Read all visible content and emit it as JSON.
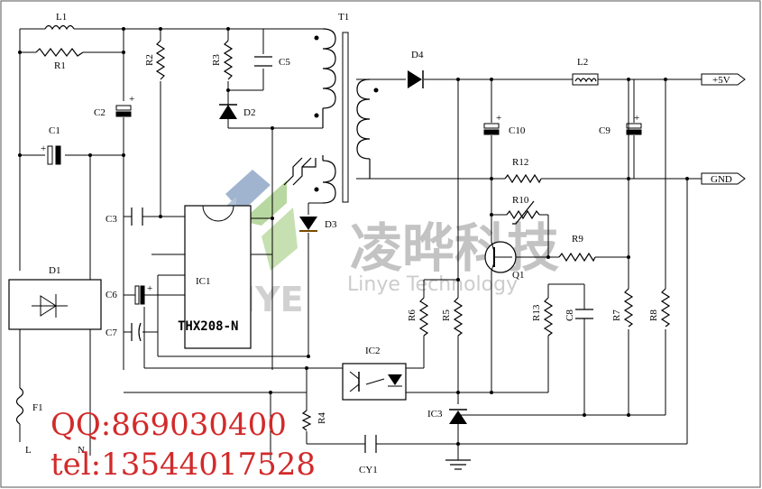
{
  "components": {
    "L1": "L1",
    "R1": "R1",
    "R2": "R2",
    "R3": "R3",
    "C5": "C5",
    "T1": "T1",
    "D4": "D4",
    "L2": "L2",
    "C2": "C2",
    "D2": "D2",
    "C1": "C1",
    "C10": "C10",
    "C9": "C9",
    "R12": "R12",
    "R10": "R10",
    "C3": "C3",
    "D3": "D3",
    "R9": "R9",
    "D1": "D1",
    "IC1": "IC1",
    "Q1": "Q1",
    "C6": "C6",
    "R6": "R6",
    "R5": "R5",
    "R13": "R13",
    "C8": "C8",
    "R7": "R7",
    "R8": "R8",
    "C7": "C7",
    "IC1_part": "THX208-N",
    "IC2": "IC2",
    "IC3": "IC3",
    "F1": "F1",
    "R4": "R4",
    "CY1": "CY1",
    "L": "L",
    "N": "N"
  },
  "outputs": {
    "plus5v": "+5V",
    "gnd": "GND"
  },
  "watermark": {
    "company_cn": "凌晔科技",
    "company_en": "Linye Technology",
    "logo_text": "LINYE"
  },
  "contact": {
    "qq": "QQ:869030400",
    "tel": "tel:13544017528"
  },
  "colors": {
    "contact": "#d22a2a",
    "watermark": "#b9b9b9",
    "logo_blue": "#8aa2c4",
    "logo_green": "#a7cf8a"
  }
}
